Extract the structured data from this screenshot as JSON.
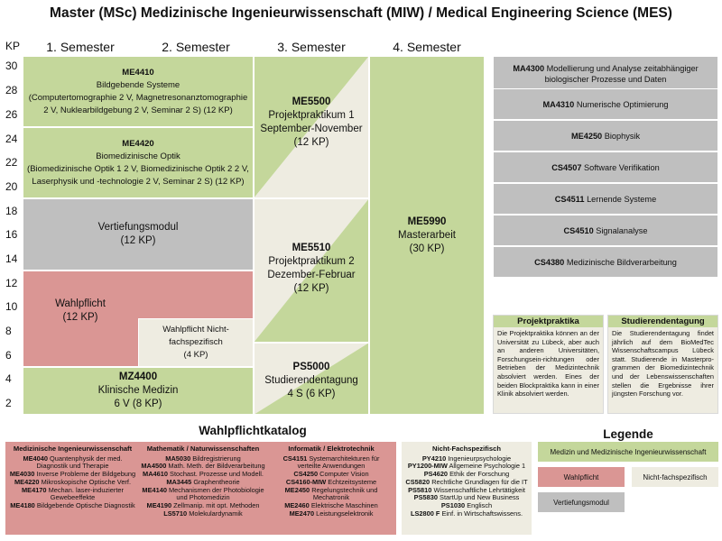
{
  "title": "Master (MSc) Medizinische Ingenieurwissenschaft (MIW) / Medical Engineering Science (MES)",
  "kp_label": "KP",
  "semesters": [
    "1. Semester",
    "2. Semester",
    "3. Semester",
    "4. Semester"
  ],
  "y_ticks": [
    "30",
    "28",
    "26",
    "24",
    "22",
    "20",
    "18",
    "16",
    "14",
    "12",
    "10",
    "8",
    "6",
    "4",
    "2"
  ],
  "colors": {
    "green": "#c4d79b",
    "grey": "#bfbfbf",
    "red": "#da9694",
    "beige": "#eeece1"
  },
  "modules": {
    "me4410": {
      "code": "ME4410",
      "name": "Bildgebende Systeme",
      "detail1": "(Computertomographie  2 V, Magnetresonanztomographie",
      "detail2": "2 V, Nuklearbildgebung  2 V, Seminar 2 S) (12 KP)"
    },
    "me4420": {
      "code": "ME4420",
      "name": "Biomedizinische  Optik",
      "detail1": "(Biomedizinische  Optik 1 2 V, Biomedizinische  Optik 2 2 V,",
      "detail2": "Laserphysik und -technologie  2 V, Seminar 2 S) (12 KP)"
    },
    "vertiefung": {
      "name": "Vertiefungsmodul",
      "kp": "(12 KP)"
    },
    "wahlpflicht": {
      "name": "Wahlpflicht",
      "kp": "(12 KP)"
    },
    "nichtfach": {
      "line1": "Wahlpflicht  Nicht-",
      "line2": "fachspezifisch",
      "kp": "(4 KP)"
    },
    "mz4400": {
      "code": "MZ4400",
      "name": "Klinische Medizin",
      "kp": "6 V (8 KP)"
    },
    "me5500": {
      "code": "ME5500",
      "name": "Projektpraktikum 1",
      "time": "September-November",
      "kp": "(12 KP)"
    },
    "me5510": {
      "code": "ME5510",
      "name": "Projektpraktikum 2",
      "time": "Dezember-Februar",
      "kp": "(12 KP)"
    },
    "ps5000": {
      "code": "PS5000",
      "name": "Studierendentagung",
      "kp": "4 S (6 KP)"
    },
    "me5990": {
      "code": "ME5990",
      "name": "Masterarbeit",
      "kp": "(30 KP)"
    }
  },
  "vertiefung_list": [
    {
      "code": "MA4300",
      "name": "Modellierung und Analyse zeitabhängiger",
      "name2": "biologischer Prozesse und Daten"
    },
    {
      "code": "MA4310",
      "name": "Numerische Optimierung",
      "name2": ""
    },
    {
      "code": "ME4250",
      "name": "Biophysik",
      "name2": ""
    },
    {
      "code": "CS4507",
      "name": "Software Verifikation",
      "name2": ""
    },
    {
      "code": "CS4511",
      "name": "Lernende Systeme",
      "name2": ""
    },
    {
      "code": "CS4510",
      "name": "Signalanalyse",
      "name2": ""
    },
    {
      "code": "CS4380",
      "name": "Medizinische  Bildverarbeitung",
      "name2": ""
    }
  ],
  "notes": {
    "projekt": {
      "title": "Projektpraktika",
      "body": "Die Projektpraktika können an der Universität zu Lübeck, aber auch an anderen Universitäten, Forschungsein-richtungen oder Betrieben der Medizintechnik absolviert werden. Eines der beiden Blockpraktika kann in einer Klinik absolviert werden."
    },
    "tagung": {
      "title": "Studierendentagung",
      "body": "Die Studierendentagung findet jährlich auf dem BioMedTec Wissenschaftscampus Lübeck statt. Studierende in Masterpro-grammen der Biomedizintechnik und der Lebenswissenschaften stellen die Ergebnisse ihrer jüngsten Forschung vor."
    }
  },
  "katalog": {
    "title": "Wahlpflichtkatalog",
    "col1": {
      "head": "Medizinische Ingenieurwissenschaft",
      "items": [
        {
          "c": "ME4040",
          "n": "Quantenphysik der med."
        },
        {
          "c": "",
          "n": "Diagnostik und Therapie"
        },
        {
          "c": "ME4030",
          "n": "Inverse Probleme der Bildgebung"
        },
        {
          "c": "ME4220",
          "n": "Mikroskopische Optische Verf."
        },
        {
          "c": "ME4170",
          "n": "Mechan. laser-induzierter"
        },
        {
          "c": "",
          "n": "Gewebeeffekte"
        },
        {
          "c": "ME4180",
          "n": "Bildgebende Optische Diagnostik"
        }
      ]
    },
    "col2": {
      "head": "Mathematik / Naturwissenschaften",
      "items": [
        {
          "c": "MA5030",
          "n": "Bildregistrierung"
        },
        {
          "c": "MA4500",
          "n": "Math. Meth. der Bildverarbeitung"
        },
        {
          "c": "MA4610",
          "n": "Stochast. Prozesse und Modell."
        },
        {
          "c": "MA3445",
          "n": "Graphentheorie"
        },
        {
          "c": "ME4140",
          "n": "Mechanismen der Photobiologie"
        },
        {
          "c": "",
          "n": "und Photomedizin"
        },
        {
          "c": "ME4190",
          "n": "Zellmanip. mit opt. Methoden"
        },
        {
          "c": "LS5710",
          "n": "Molekulardynamik"
        }
      ]
    },
    "col3": {
      "head": "Informatik / Elektrotechnik",
      "items": [
        {
          "c": "CS4151",
          "n": "Systemarchitekturen für"
        },
        {
          "c": "",
          "n": "verteilte Anwendungen"
        },
        {
          "c": "CS4250",
          "n": "Computer Vision"
        },
        {
          "c": "CS4160-MIW",
          "n": "Echtzeitsysteme"
        },
        {
          "c": "ME2450",
          "n": "Regelungstechnik und"
        },
        {
          "c": "",
          "n": "Mechatronik"
        },
        {
          "c": "ME2460",
          "n": "Elektrische Maschinen"
        },
        {
          "c": "ME2470",
          "n": "Leistungselektronik"
        }
      ]
    },
    "col4": {
      "head": "Nicht-Fachspezifisch",
      "items": [
        {
          "c": "PY4210",
          "n": "Ingenieurpsychologie"
        },
        {
          "c": "PY1200-MIW",
          "n": "Allgemeine Psychologie 1"
        },
        {
          "c": "PS4620",
          "n": "Ethik der Forschung"
        },
        {
          "c": "CS5820",
          "n": "Rechtliche Grundlagen für die IT"
        },
        {
          "c": "PS5810",
          "n": "Wissenschaftliche Lehrtätigkeit"
        },
        {
          "c": "PS5830",
          "n": "StartUp und New Business"
        },
        {
          "c": "PS1030",
          "n": "Englisch"
        },
        {
          "c": "LS2800 F",
          "n": "Einf. in Wirtschaftswissens."
        }
      ]
    }
  },
  "legende": {
    "title": "Legende",
    "green": "Medizin und Medizinische  Ingenieurwissenschaft",
    "red": "Wahlpflicht",
    "beige": "Nicht-fachspezifisch",
    "grey": "Vertiefungsmodul"
  }
}
